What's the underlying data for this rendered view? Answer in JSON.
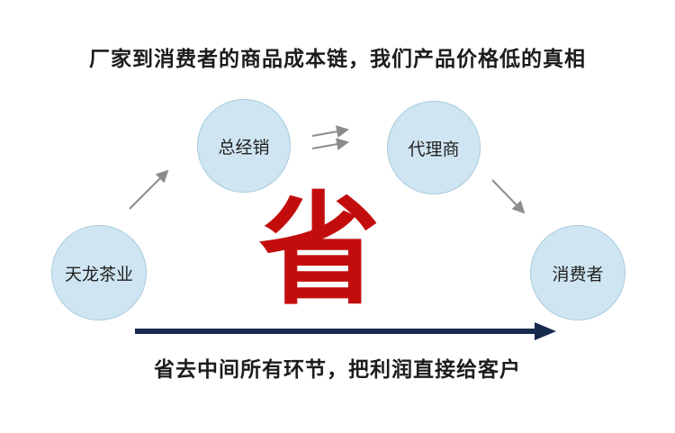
{
  "title": "厂家到消费者的商品成本链，我们产品价格低的真相",
  "center_char": "省",
  "bottom_caption": "省去中间所有环节，把利润直接给客户",
  "nodes": [
    {
      "label": "天龙茶业"
    },
    {
      "label": "总经销"
    },
    {
      "label": "代理商"
    },
    {
      "label": "消费者"
    }
  ],
  "colors": {
    "circle_fill": "#cfe6f2",
    "circle_border": "#a9cadd",
    "arrow_gray": "#8c8c8c",
    "arrow_dark": "#182a4e",
    "accent_red": "#c30d0d",
    "text_dark": "#1c1c1c"
  }
}
